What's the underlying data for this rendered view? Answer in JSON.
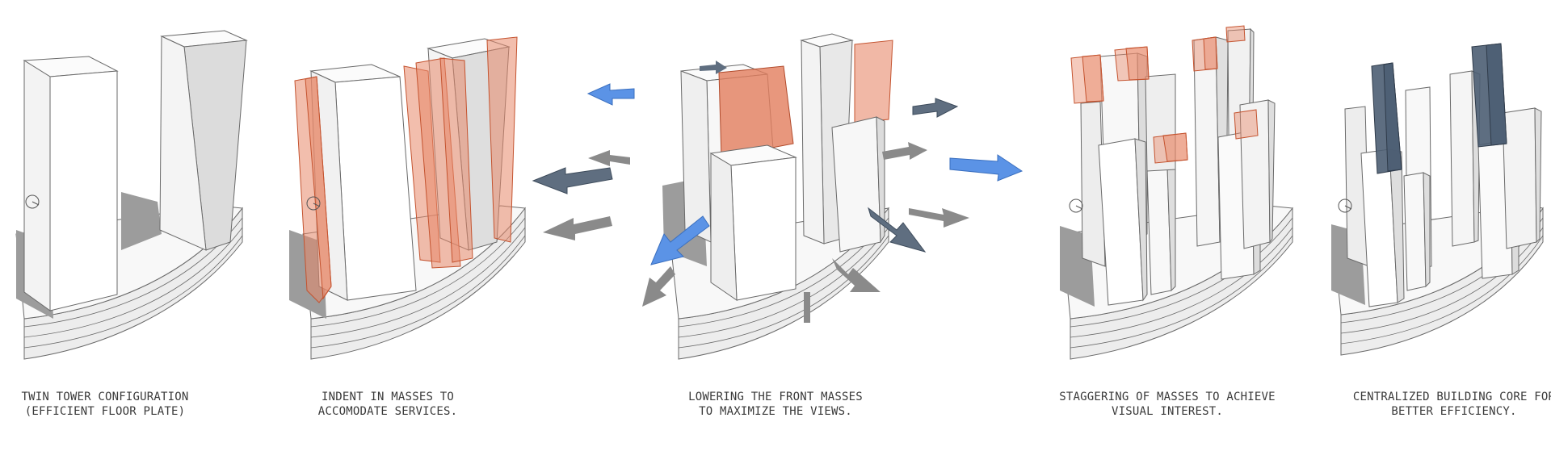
{
  "panels": [
    {
      "caption_line1": "TWIN TOWER CONFIGURATION",
      "caption_line2": "(EFFICIENT FLOOR PLATE)"
    },
    {
      "caption_line1": "INDENT IN MASSES TO",
      "caption_line2": "ACCOMODATE SERVICES."
    },
    {
      "caption_line1": "LOWERING THE FRONT MASSES",
      "caption_line2": "TO MAXIMIZE THE VIEWS."
    },
    {
      "caption_line1": "STAGGERING OF MASSES TO ACHIEVE",
      "caption_line2": "VISUAL INTEREST."
    },
    {
      "caption_line1": "CENTRALIZED BUILDING CORE FOR",
      "caption_line2": "BETTER EFFICIENCY."
    }
  ],
  "colors": {
    "mass_face": "#f7f7f7",
    "mass_side": "#e2e2e2",
    "mass_dark": "#cfcfcf",
    "shadow": "#9c9c9c",
    "services_orange": "#e8896a",
    "arrow_blue": "#5b93e6",
    "arrow_slate": "#5f6e80",
    "arrow_grey": "#8a8a8a",
    "core_slate": "#4d5e73",
    "outline": "#6a6a6a"
  },
  "icons": [
    "view-arrow-icon",
    "north-symbol-icon"
  ]
}
